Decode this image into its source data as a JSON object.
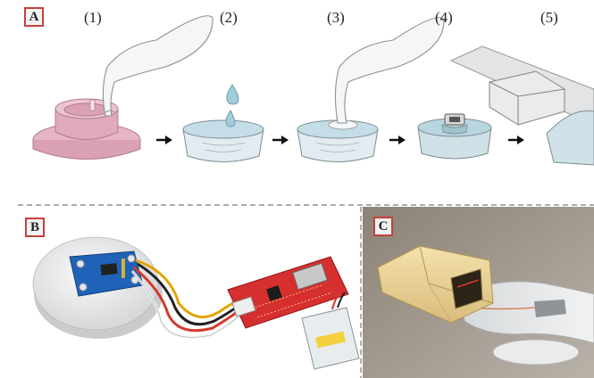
{
  "panels": {
    "a": {
      "label": "A"
    },
    "b": {
      "label": "B"
    },
    "c": {
      "label": "C"
    }
  },
  "steps": [
    {
      "label": "(1)"
    },
    {
      "label": "(2)"
    },
    {
      "label": "(3)"
    },
    {
      "label": "(4)"
    },
    {
      "label": "(5)"
    }
  ],
  "colors": {
    "label_border": "#c6403a",
    "mold_pink": "#e6b6c6",
    "silicone": "#dfe8ec",
    "dish_water": "#bfdbe3",
    "pcb_red": "#d62f2f",
    "sensor_blue": "#1f63b9",
    "gel_cream": "#ecd49b"
  },
  "icons": [
    "arrow-right-icon"
  ]
}
